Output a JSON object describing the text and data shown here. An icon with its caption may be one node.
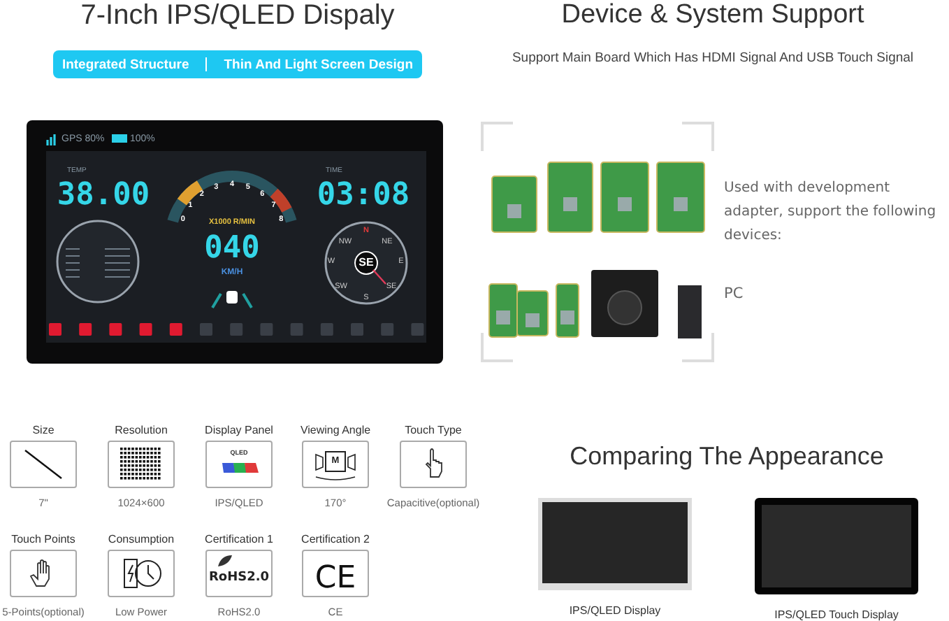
{
  "diagram": {
    "nodes": [
      {
        "text": [
          "Integrated Structure",
          "Thin And Light Screen Design"
        ]
      },
      {
        "text": [
          "Size"
        ],
        "beside": [
          "7\""
        ]
      },
      {
        "text": [
          "Resolution"
        ],
        "beside": [
          "1024×600"
        ]
      },
      {
        "text": [
          "Display Panel"
        ],
        "beside": [
          "IPS/QLED"
        ]
      },
      {
        "text": [
          "Viewing Angle"
        ],
        "beside": [
          "170°"
        ]
      },
      {
        "text": [
          "Touch Type"
        ],
        "beside": [
          "Capacitive(optional)"
        ]
      },
      {
        "text": [
          "Touch Points"
        ],
        "beside": [
          "5-Points(optional)"
        ]
      },
      {
        "text": [
          "Consumption"
        ],
        "beside": [
          "Low Power"
        ]
      },
      {
        "text": [
          "Certification 1"
        ],
        "beside": [
          "RoHS2.0"
        ]
      },
      {
        "text": [
          "Certification 2"
        ],
        "beside": [
          "CE"
        ]
      },
      {
        "text": [],
        "shape": "box",
        "beside": [
          "IPS/QLED Display"
        ]
      },
      {
        "text": [],
        "shape": "box",
        "beside": [
          "IPS/QLED Touch Display"
        ]
      }
    ],
    "labels": [
      "7-Inch IPS/QLED Dispaly",
      "Device & System Support",
      "Support Main Board Which Has HDMI Signal And USB Touch Signal",
      "GPS 80%",
      "100%",
      "TEMP",
      "38.00",
      "TIME",
      "03:08",
      "0",
      "1",
      "2",
      "3",
      "4",
      "5",
      "6",
      "7",
      "8",
      "X1000 R/MIN",
      "040",
      "KM/H",
      "N",
      "NE",
      "E",
      "SE",
      "S",
      "SW",
      "W",
      "NW",
      "SE",
      "Used with development adapter, support the following devices:",
      "PC",
      "QLED",
      "M",
      "RoHS2.0",
      "CE",
      "Comparing The Appearance"
    ]
  }
}
